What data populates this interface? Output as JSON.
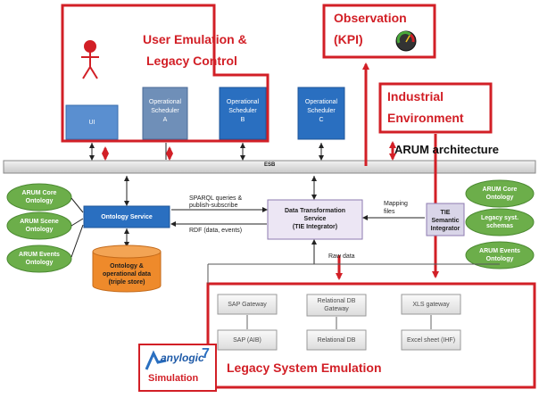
{
  "labels": {
    "user_emulation": "User Emulation &",
    "legacy_control": "Legacy Control",
    "observation": "Observation",
    "kpi": "(KPI)",
    "industrial": "Industrial",
    "environment": "Environment",
    "arum_architecture": "ARUM architecture",
    "legacy_system_emulation": "Legacy System Emulation",
    "esb": "ESB"
  },
  "top_boxes": {
    "ui": "UI",
    "sched_a_1": "Operational",
    "sched_a_2": "Scheduler",
    "sched_a_3": "A",
    "sched_b_1": "Operational",
    "sched_b_2": "Scheduler",
    "sched_b_3": "B",
    "sched_c_1": "Operational",
    "sched_c_2": "Scheduler",
    "sched_c_3": "C"
  },
  "ontology": {
    "core_left_1": "ARUM Core",
    "core_left_2": "Ontology",
    "scene_1": "ARUM Scene",
    "scene_2": "Ontology",
    "events_left_1": "ARUM Events",
    "events_left_2": "Ontology",
    "service": "Ontology Service",
    "store_1": "Ontology &",
    "store_2": "operational data",
    "store_3": "(triple store)"
  },
  "middle": {
    "sparql_1": "SPARQL queries &",
    "sparql_2": "publish-subscribe",
    "rdf": "RDF (data, events)",
    "dts_1": "Data Transformation",
    "dts_2": "Service",
    "dts_3": "(TIE Integrator)",
    "mapping_1": "Mapping",
    "mapping_2": "files",
    "tie_1": "TIE",
    "tie_2": "Semantic",
    "tie_3": "Integrator",
    "raw_data": "Raw data"
  },
  "right_ellipses": {
    "core_1": "ARUM Core",
    "core_2": "Ontology",
    "legacy_1": "Legacy syst.",
    "legacy_2": "schemas",
    "events_1": "ARUM Events",
    "events_2": "Ontology"
  },
  "legacy": {
    "sap_gateway": "SAP Gateway",
    "rel_gateway_1": "Relational DB",
    "rel_gateway_2": "Gateway",
    "xls_gateway": "XLS gateway",
    "sap_aib": "SAP (AIB)",
    "rel_db": "Relational DB",
    "excel": "Excel sheet (IHF)"
  },
  "anylogic": {
    "brand": "anylogic",
    "version": "7",
    "simulation": "Simulation"
  },
  "colors": {
    "red": "#d21f26",
    "blue_box": "#2a6fc0",
    "green": "#5fa845",
    "orange": "#ee8a2b",
    "purple_box": "#ece6f4"
  },
  "icons": [
    "user-figure-icon",
    "gauge-icon",
    "database-cylinder-icon",
    "anylogic-logo"
  ]
}
